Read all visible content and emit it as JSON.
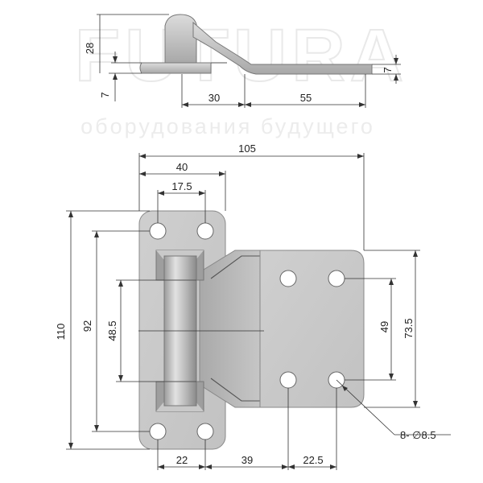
{
  "watermark": {
    "brand": "FUTURA",
    "tagline": "оборудования будущего"
  },
  "side_view": {
    "dim_height_28": "28",
    "dim_thickness_left_7": "7",
    "dim_thickness_right_7": "7",
    "dim_offset_30": "30",
    "dim_offset_55": "55"
  },
  "front_view": {
    "dim_total_width": "105",
    "dim_left_leaf_width": "40",
    "dim_hole_pitch_top": "17.5",
    "dim_total_height": "110",
    "dim_hole_pitch_left": "92",
    "dim_knuckle_length": "48.5",
    "dim_right_hole_pitch": "49",
    "dim_right_leaf_height": "73.5",
    "dim_bottom_22": "22",
    "dim_bottom_39": "39",
    "dim_bottom_22_5": "22.5",
    "hole_callout": "8- ∅8.5"
  },
  "colors": {
    "metal_light": "#d4d4d4",
    "metal_mid": "#bdbdbd",
    "metal_dark": "#8c8c8c",
    "dim_line": "#333333"
  }
}
